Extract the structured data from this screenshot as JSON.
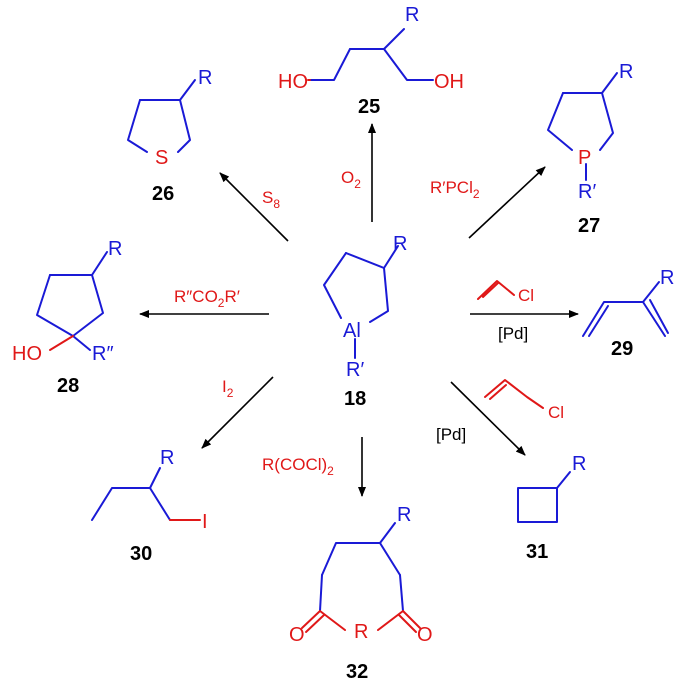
{
  "compounds": {
    "c18": {
      "number": "18",
      "atom_R": "R",
      "atom_Al": "Al",
      "atom_R2": "R′"
    },
    "c25": {
      "number": "25",
      "atom_R": "R",
      "ho_left": "HO",
      "oh_right": "OH"
    },
    "c26": {
      "number": "26",
      "atom_R": "R",
      "atom_S": "S"
    },
    "c27": {
      "number": "27",
      "atom_R": "R",
      "atom_P": "P",
      "atom_R2": "R′"
    },
    "c28": {
      "number": "28",
      "atom_R": "R",
      "atom_HO": "HO",
      "atom_R3": "R″"
    },
    "c29": {
      "number": "29",
      "atom_R": "R"
    },
    "c30": {
      "number": "30",
      "atom_R": "R",
      "atom_I": "I"
    },
    "c31": {
      "number": "31",
      "atom_R": "R"
    },
    "c32": {
      "number": "32",
      "atom_R": "R",
      "atom_R_ring": "R",
      "atom_O1": "O",
      "atom_O2": "O"
    }
  },
  "reagents": {
    "o2": {
      "main": "O",
      "sub": "2"
    },
    "s8": {
      "main": "S",
      "sub": "8"
    },
    "rpcl2": {
      "main": "R′PCl",
      "sub": "2"
    },
    "ester": {
      "pre": "R″CO",
      "sub": "2",
      "post": "R′"
    },
    "vinyl_cl": "Cl",
    "pd_29": "[Pd]",
    "i2": {
      "main": "I",
      "sub": "2"
    },
    "oxalyl": {
      "pre": "R(COCl)",
      "sub": "2"
    },
    "allyl_cl": "Cl",
    "pd_31": "[Pd]"
  },
  "colors": {
    "molecule": "#1a1ad6",
    "added": "#e01818",
    "text": "#000000"
  }
}
